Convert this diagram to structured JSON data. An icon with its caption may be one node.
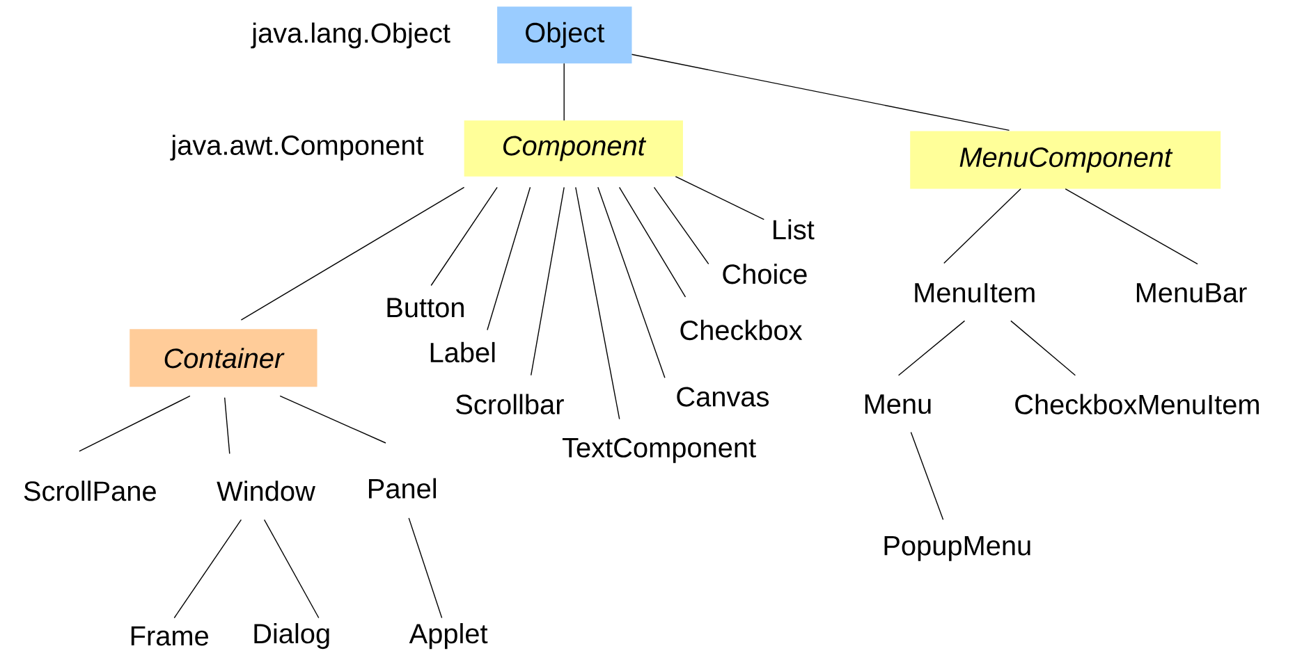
{
  "diagram": {
    "nodes": [
      {
        "text": [
          "Object"
        ],
        "beside": [
          "java.lang.Object"
        ]
      },
      {
        "text": [
          "Component"
        ],
        "beside": [
          "java.awt.Component"
        ]
      },
      {
        "text": [
          "MenuComponent"
        ]
      },
      {
        "text": [
          "Container"
        ]
      },
      {
        "text": [
          "Button"
        ]
      },
      {
        "text": [
          "Label"
        ]
      },
      {
        "text": [
          "Scrollbar"
        ]
      },
      {
        "text": [
          "TextComponent"
        ]
      },
      {
        "text": [
          "Canvas"
        ]
      },
      {
        "text": [
          "Checkbox"
        ]
      },
      {
        "text": [
          "Choice"
        ]
      },
      {
        "text": [
          "List"
        ]
      },
      {
        "text": [
          "MenuItem"
        ]
      },
      {
        "text": [
          "MenuBar"
        ]
      },
      {
        "text": [
          "Menu"
        ]
      },
      {
        "text": [
          "CheckboxMenuItem"
        ]
      },
      {
        "text": [
          "PopupMenu"
        ]
      },
      {
        "text": [
          "ScrollPane"
        ]
      },
      {
        "text": [
          "Window"
        ]
      },
      {
        "text": [
          "Panel"
        ]
      },
      {
        "text": [
          "Frame"
        ]
      },
      {
        "text": [
          "Dialog"
        ]
      },
      {
        "text": [
          "Applet"
        ]
      }
    ],
    "edges": [
      {
        "from": 0,
        "to": 1,
        "arrow": "none"
      },
      {
        "from": 0,
        "to": 2,
        "arrow": "none"
      },
      {
        "from": 1,
        "to": 3,
        "arrow": "none"
      },
      {
        "from": 1,
        "to": 4,
        "arrow": "none"
      },
      {
        "from": 1,
        "to": 5,
        "arrow": "none"
      },
      {
        "from": 1,
        "to": 6,
        "arrow": "none"
      },
      {
        "from": 1,
        "to": 7,
        "arrow": "none"
      },
      {
        "from": 1,
        "to": 8,
        "arrow": "none"
      },
      {
        "from": 1,
        "to": 9,
        "arrow": "none"
      },
      {
        "from": 1,
        "to": 10,
        "arrow": "none"
      },
      {
        "from": 1,
        "to": 11,
        "arrow": "none"
      },
      {
        "from": 2,
        "to": 12,
        "arrow": "none"
      },
      {
        "from": 2,
        "to": 13,
        "arrow": "none"
      },
      {
        "from": 12,
        "to": 14,
        "arrow": "none"
      },
      {
        "from": 12,
        "to": 15,
        "arrow": "none"
      },
      {
        "from": 14,
        "to": 16,
        "arrow": "none"
      },
      {
        "from": 3,
        "to": 17,
        "arrow": "none"
      },
      {
        "from": 3,
        "to": 18,
        "arrow": "none"
      },
      {
        "from": 3,
        "to": 19,
        "arrow": "none"
      },
      {
        "from": 18,
        "to": 20,
        "arrow": "none"
      },
      {
        "from": 18,
        "to": 21,
        "arrow": "none"
      },
      {
        "from": 19,
        "to": 22,
        "arrow": "none"
      }
    ]
  }
}
